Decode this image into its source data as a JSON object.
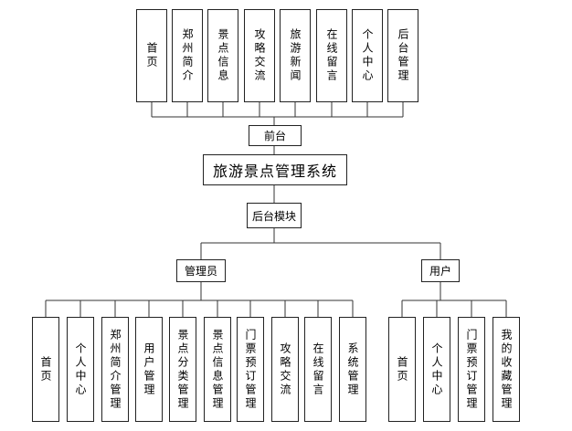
{
  "frontend": {
    "items": [
      "首页",
      "郑州简介",
      "景点信息",
      "攻略交流",
      "旅游新闻",
      "在线留言",
      "个人中心",
      "后台管理"
    ],
    "label": "前台"
  },
  "system": {
    "title": "旅游景点管理系统"
  },
  "backend": {
    "label": "后台模块"
  },
  "admin": {
    "label": "管理员",
    "items": [
      "首页",
      "个人中心",
      "郑州简介管理",
      "用户管理",
      "景点分类管理",
      "景点信息管理",
      "门票预订管理",
      "攻略交流",
      "在线留言",
      "系统管理"
    ]
  },
  "user": {
    "label": "用户",
    "items": [
      "首页",
      "个人中心",
      "门票预订管理",
      "我的收藏管理"
    ]
  }
}
